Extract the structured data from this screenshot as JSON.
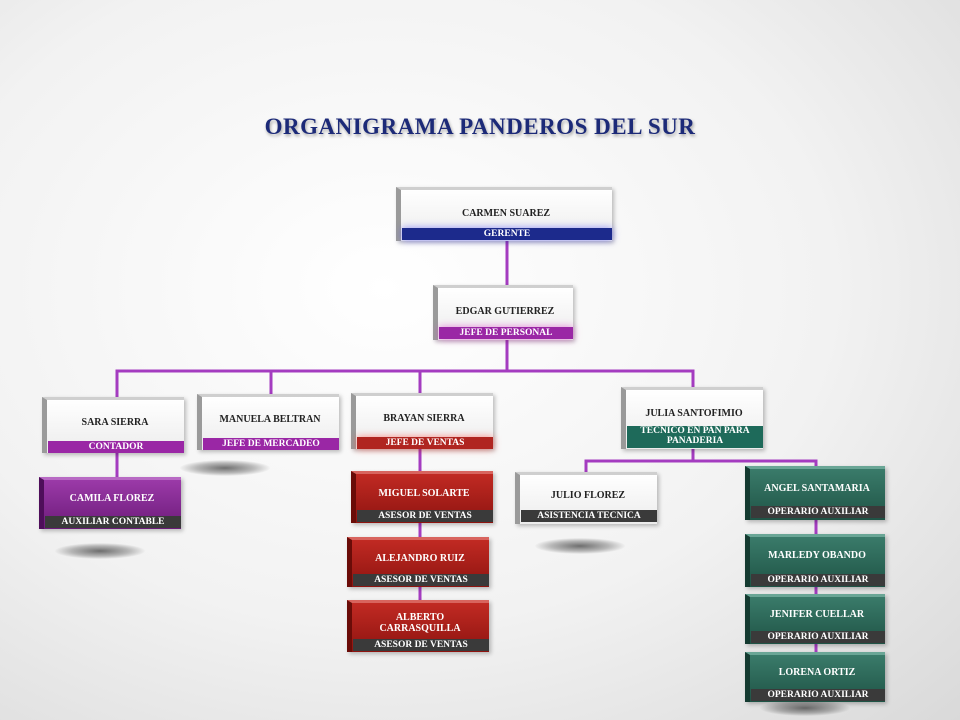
{
  "title": "ORGANIGRAMA PANDEROS DEL SUR",
  "colors": {
    "title": "#1c2a78",
    "connector": "#a43cc0",
    "gerente_bar": "#1c2a8c",
    "personal_bar": "#9a27a5",
    "contador_bar": "#9a27a5",
    "mercadeo_bar": "#9a27a5",
    "ventas_bar": "#b02520",
    "tecnico_bar": "#1e6a5a",
    "dark_bar": "#3a3a3a"
  },
  "nodes": {
    "gerente": {
      "name": "CARMEN SUAREZ",
      "role": "GERENTE"
    },
    "jefe_personal": {
      "name": "EDGAR GUTIERREZ",
      "role": "JEFE DE PERSONAL"
    },
    "contador": {
      "name": "SARA SIERRA",
      "role": "CONTADOR"
    },
    "jefe_mercadeo": {
      "name": "MANUELA BELTRAN",
      "role": "JEFE DE MERCADEO"
    },
    "jefe_ventas": {
      "name": "BRAYAN SIERRA",
      "role": "JEFE DE VENTAS"
    },
    "tecnico_pan": {
      "name": "JULIA SANTOFIMIO",
      "role": "TECNICO EN PAN PARA PANADERIA"
    },
    "auxiliar_contable": {
      "name": "CAMILA FLOREZ",
      "role": "AUXILIAR CONTABLE"
    },
    "asesor_1": {
      "name": "MIGUEL SOLARTE",
      "role": "ASESOR DE VENTAS"
    },
    "asesor_2": {
      "name": "ALEJANDRO RUIZ",
      "role": "ASESOR DE VENTAS"
    },
    "asesor_3": {
      "name": "ALBERTO CARRASQUILLA",
      "role": "ASESOR DE VENTAS"
    },
    "asistencia_tecnica": {
      "name": "JULIO FLOREZ",
      "role": "ASISTENCIA TECNICA"
    },
    "operario_1": {
      "name": "ANGEL SANTAMARIA",
      "role": "OPERARIO AUXILIAR"
    },
    "operario_2": {
      "name": "MARLEDY OBANDO",
      "role": "OPERARIO AUXILIAR"
    },
    "operario_3": {
      "name": "JENIFER CUELLAR",
      "role": "OPERARIO AUXILIAR"
    },
    "operario_4": {
      "name": "LORENA ORTIZ",
      "role": "OPERARIO AUXILIAR"
    }
  }
}
